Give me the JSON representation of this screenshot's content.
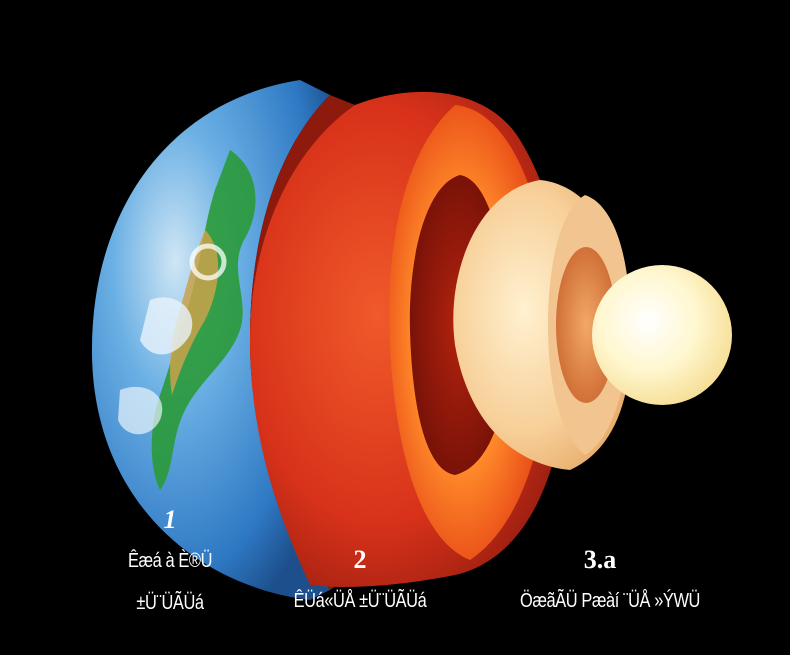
{
  "layers": [
    {
      "number": "1",
      "name_line1": "Êæá à È®Ü",
      "name_line2": "±Ü¨ÜÃÜá"
    },
    {
      "number": "2",
      "name_line1": "ÊÜá«ÜÅ ±Ü¨ÜÃÜá"
    },
    {
      "number": "3.a",
      "name_line1": "ÖæãÃÜ Pæàí ¨ÜÅ »ÝWÜ"
    }
  ],
  "colors": {
    "space_background": "#000000",
    "label_text": "#ffffff",
    "crust_ocean": "#3f8fd8",
    "crust_land": "#2a9a38",
    "mantle": "#d8321a",
    "outer_core": "#f0a868",
    "inner_core": "#fff4c0"
  }
}
